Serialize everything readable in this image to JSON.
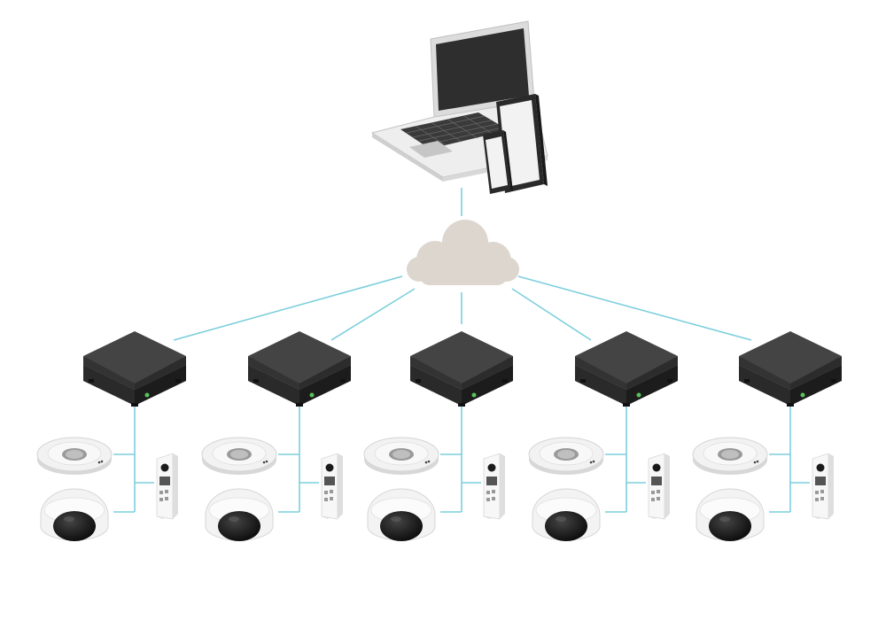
{
  "diagram": {
    "client_devices": [
      {
        "type": "laptop",
        "icon": "laptop-icon"
      },
      {
        "type": "tablet",
        "icon": "tablet-icon"
      },
      {
        "type": "smartphone",
        "icon": "smartphone-icon"
      }
    ],
    "cloud": {
      "icon": "cloud-icon"
    },
    "site_count": 5,
    "site_devices": [
      {
        "type": "recorder",
        "icon": "recorder-box-icon"
      },
      {
        "type": "ceiling-speaker",
        "icon": "ceiling-speaker-icon"
      },
      {
        "type": "dome-camera",
        "icon": "dome-camera-icon"
      },
      {
        "type": "door-station",
        "icon": "door-station-icon"
      }
    ]
  },
  "colors": {
    "background": "#ffffff",
    "connection": "#7ccfdc",
    "cloud": "#ddd6cf",
    "recorder_top": "#3d3d3d",
    "recorder_side": "#242424",
    "led": "#59c35a",
    "device_white": "#f4f4f4",
    "lens": "#141414"
  }
}
